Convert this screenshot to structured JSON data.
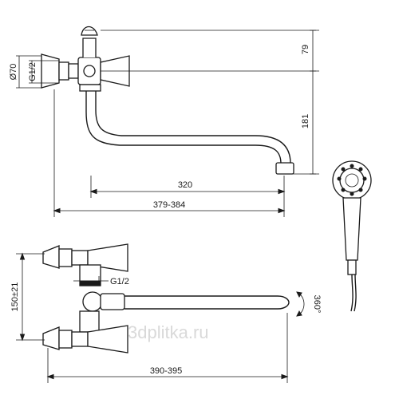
{
  "dimensions": {
    "top_vertical_upper": "79",
    "top_vertical_lower": "181",
    "spout_reach": "320",
    "overall_width_top": "379-384",
    "diameter": "Ø70",
    "thread_top": "G1/2",
    "thread_bottom": "G1/2",
    "center_distance": "150±21",
    "rotation": "360°",
    "overall_width_bottom": "390-395"
  },
  "watermark": "3dplitka.ru"
}
